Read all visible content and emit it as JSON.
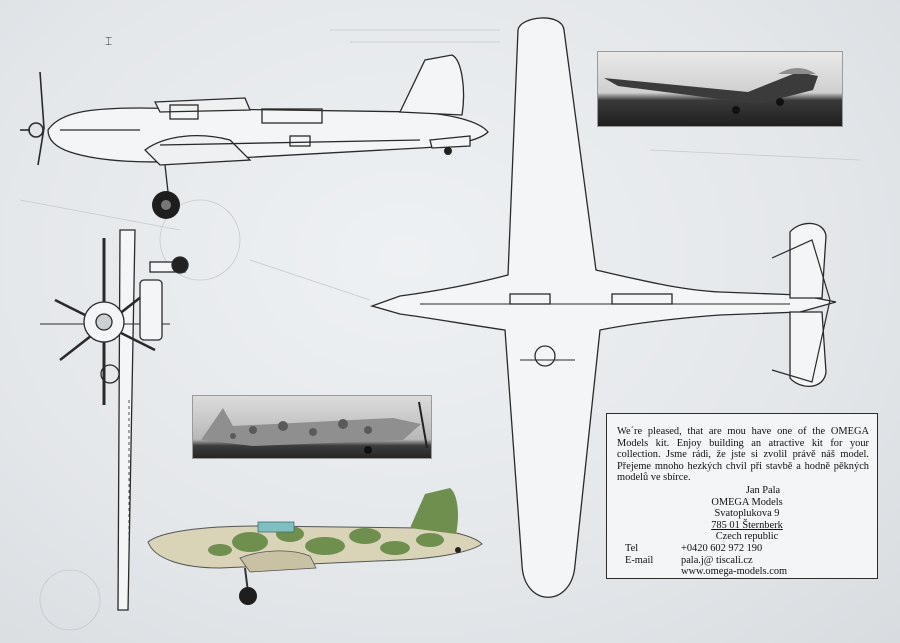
{
  "info": {
    "intro_text": "We´re pleased, that are mou have one  of the OMEGA Models kit. Enjoy building an atractive kit for your collection.     Jsme rádi, že jste si zvolil právě náš model. Přejeme mnoho hezkých chvil při stavbě a hodně pěkných modelů ve sbírce.",
    "author": "Jan Pala",
    "company": "OMEGA Models",
    "street": "Svatoplukova 9",
    "city": "785 01 Šternberk",
    "country": "Czech republic",
    "tel_label": "Tel",
    "tel_value": "+0420 602 972 190",
    "email_label": "E-mail",
    "email_value": "pala.j@ tiscali.cz",
    "website": "www.omega-models.com"
  },
  "colors": {
    "line": "#2a2a2a",
    "camo_green": "#6e8f4e",
    "camo_sand": "#d9d3b8",
    "canopy": "#7fbfc0"
  },
  "icons": [
    "propeller-icon",
    "wheel-icon"
  ]
}
